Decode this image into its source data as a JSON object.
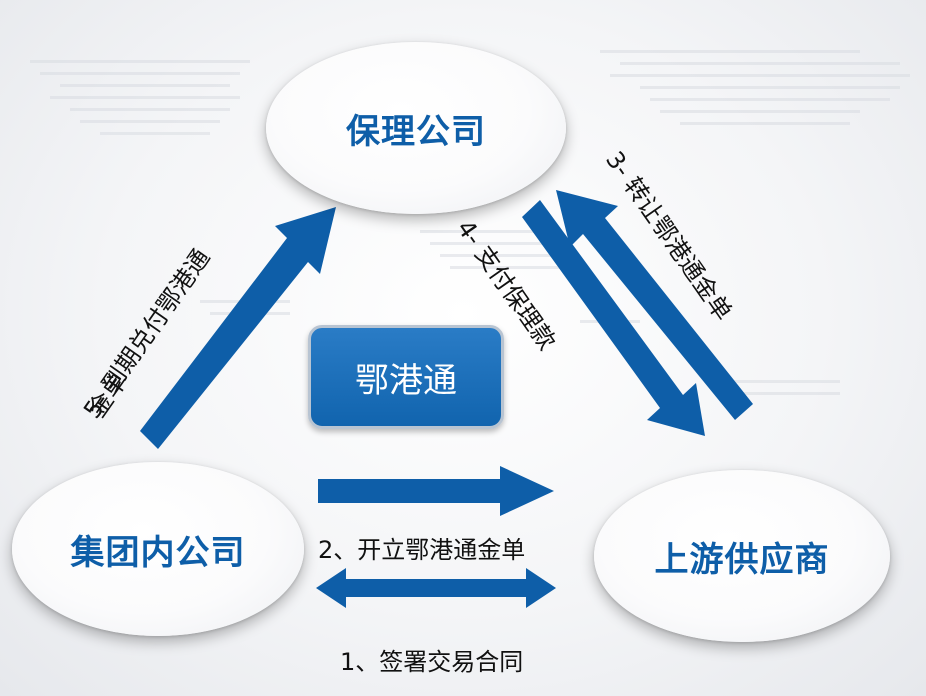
{
  "diagram": {
    "nodes": {
      "factoring_company": "保理公司",
      "group_company": "集团内公司",
      "upstream_supplier": "上游供应商",
      "platform": "鄂港通"
    },
    "steps": {
      "sign_contract": "1、签署交易合同",
      "issue_note": "2、开立鄂港通金单",
      "transfer_note": "3-  转让鄂港通金单",
      "pay_factoring": "4-  支付保理款",
      "redeem_note_line1": "5-  到期兑付鄂港通",
      "redeem_note_line2": "金单"
    },
    "colors": {
      "arrow": "#0e5ea8",
      "node_text": "#0e5ea8",
      "platform_fill": "#1a6fb8"
    }
  }
}
